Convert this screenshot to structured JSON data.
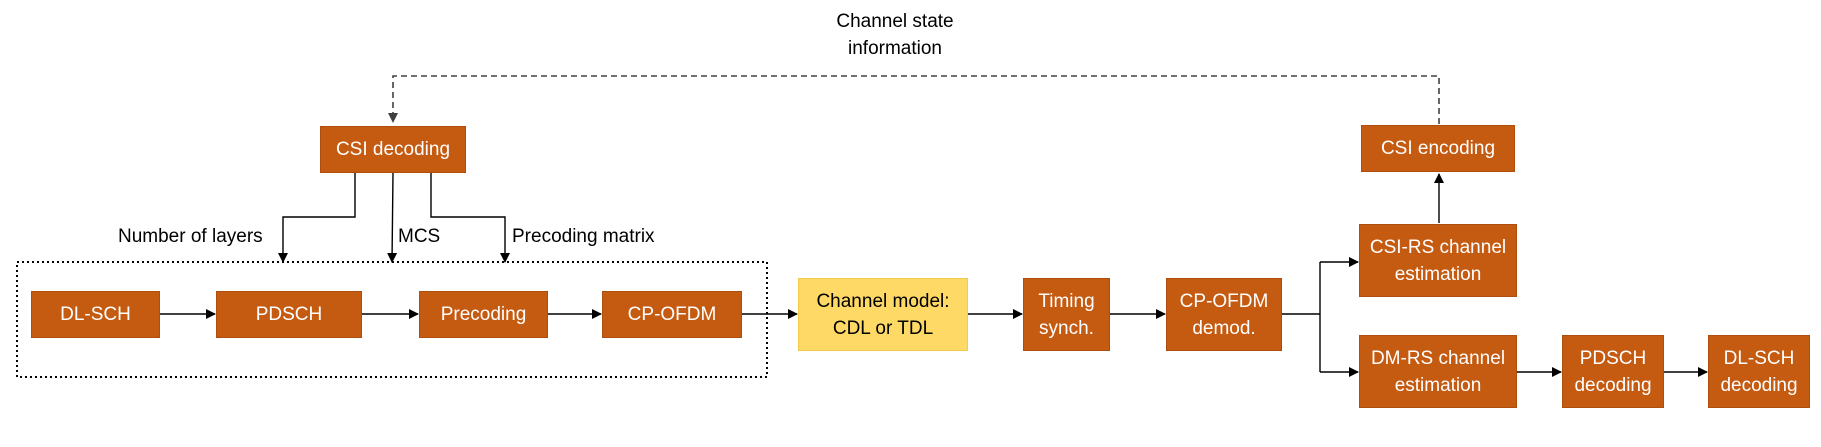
{
  "colors": {
    "block": "#c55a11",
    "channel_block": "#ffd966",
    "line": "#000000",
    "feedback_line": "#404040"
  },
  "title_label": {
    "line1": "Channel state",
    "line2": "information"
  },
  "labels": {
    "layers": "Number of layers",
    "mcs": "MCS",
    "precoding_matrix": "Precoding matrix"
  },
  "blocks": {
    "csi_decoding": "CSI decoding",
    "csi_encoding": "CSI encoding",
    "dl_sch": "DL-SCH",
    "pdsch": "PDSCH",
    "precoding": "Precoding",
    "cp_ofdm": "CP-OFDM",
    "channel_model": {
      "line1": "Channel model:",
      "line2": "CDL or TDL"
    },
    "timing": {
      "line1": "Timing",
      "line2": "synch."
    },
    "cp_ofdm_demod": {
      "line1": "CP-OFDM",
      "line2": "demod."
    },
    "csirs_est": {
      "line1": "CSI-RS channel",
      "line2": "estimation"
    },
    "dmrs_est": {
      "line1": "DM-RS channel",
      "line2": "estimation"
    },
    "pdsch_dec": {
      "line1": "PDSCH",
      "line2": "decoding"
    },
    "dlsch_dec": {
      "line1": "DL-SCH",
      "line2": "decoding"
    }
  }
}
